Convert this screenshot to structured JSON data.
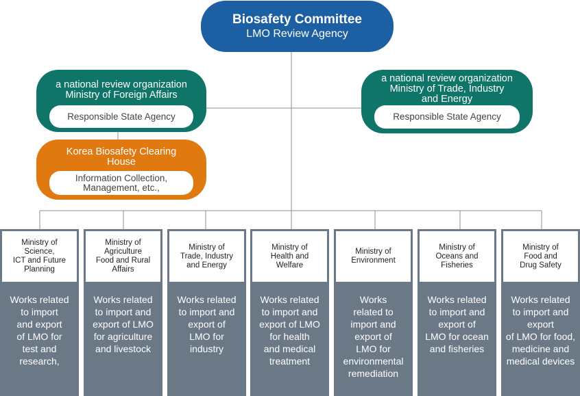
{
  "top": {
    "title": "Biosafety Committee",
    "subtitle": "LMO Review Agency"
  },
  "left_review": {
    "title": "a national review organization\nMinistry of Foreign Affairs",
    "inner": "Responsible State Agency"
  },
  "right_review": {
    "title": "a national review organization\nMinistry of Trade, Industry\nand Energy",
    "inner": "Responsible State Agency"
  },
  "clearing_house": {
    "title": "Korea Biosafety Clearing\nHouse",
    "inner": "Information Collection,\nManagement, etc.,"
  },
  "colors": {
    "blue": "#1d5fa3",
    "green": "#0f7568",
    "orange": "#e07a10",
    "gray": "#6b7886"
  },
  "ministries": [
    {
      "name": "Ministry of\nScience,\nICT and Future\nPlanning",
      "works": "Works related\nto import\nand export\nof LMO for\ntest and\nresearch,"
    },
    {
      "name": "Ministry of\nAgriculture\nFood and Rural\nAffairs",
      "works": "Works related\nto import and\nexport of LMO\nfor agriculture\nand livestock"
    },
    {
      "name": "Ministry of\nTrade, Industry\nand Energy",
      "works": "Works related\nto import and\nexport of\nLMO for\nindustry"
    },
    {
      "name": "Ministry of\nHealth and\nWelfare",
      "works": "Works related\nto import and\nexport of LMO\nfor health\nand medical\ntreatment"
    },
    {
      "name": "Ministry of\nEnvironment",
      "works": "Works\nrelated to\nimport and\nexport of\nLMO for\nenvironmental\nremediation"
    },
    {
      "name": "Ministry of\nOceans and\nFisheries",
      "works": "Works related\nto import and\nexport of\nLMO for ocean\nand fisheries"
    },
    {
      "name": "Ministry of\nFood and\nDrug Safety",
      "works": "Works related\nto import and\nexport\nof LMO for food,\nmedicine and\nmedical devices"
    }
  ]
}
